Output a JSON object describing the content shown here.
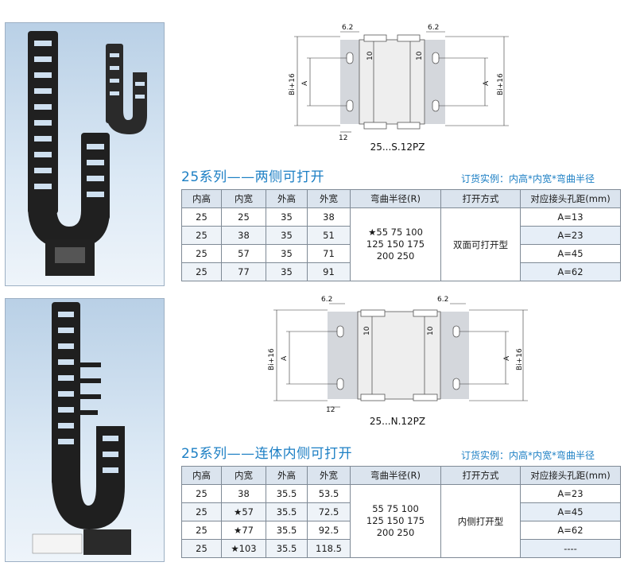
{
  "section1": {
    "title": "25系列——两侧可打开",
    "order_example": "订货实例：内高*内宽*弯曲半径",
    "drawing": {
      "caption": "25...S.12PZ",
      "dim_top_left": "6.2",
      "dim_top_right": "6.2",
      "dim_inner_left": "10",
      "dim_inner_right": "10",
      "dim_bottom": "12",
      "label_bi16_left": "Bi+16",
      "label_a_left": "A",
      "label_a_right": "A",
      "label_bi16_right": "Bi+16"
    },
    "headers": [
      "内高",
      "内宽",
      "外高",
      "外宽",
      "弯曲半径(R)",
      "打开方式",
      "对应接头孔距(mm)"
    ],
    "rows": [
      [
        "25",
        "25",
        "35",
        "38",
        "A=13"
      ],
      [
        "25",
        "38",
        "35",
        "51",
        "A=23"
      ],
      [
        "25",
        "57",
        "35",
        "71",
        "A=45"
      ],
      [
        "25",
        "77",
        "35",
        "91",
        "A=62"
      ]
    ],
    "radius_lines": [
      "★55  75  100",
      "125  150  175",
      "200  250"
    ],
    "open_mode": "双面可打开型"
  },
  "section2": {
    "title": "25系列——连体内侧可打开",
    "order_example": "订货实例：内高*内宽*弯曲半径",
    "drawing": {
      "caption": "25...N.12PZ",
      "dim_top_left": "6.2",
      "dim_top_right": "6.2",
      "dim_inner_left": "10",
      "dim_inner_right": "10",
      "dim_bottom": "12",
      "label_bi16_left": "Bi+16",
      "label_a_left": "A",
      "label_a_right": "A",
      "label_bi16_right": "Bi+16"
    },
    "headers": [
      "内高",
      "内宽",
      "外高",
      "外宽",
      "弯曲半径(R)",
      "打开方式",
      "对应接头孔距(mm)"
    ],
    "rows": [
      [
        "25",
        "38",
        "35.5",
        "53.5",
        "A=23"
      ],
      [
        "25",
        "★57",
        "35.5",
        "72.5",
        "A=45"
      ],
      [
        "25",
        "★77",
        "35.5",
        "92.5",
        "A=62"
      ],
      [
        "25",
        "★103",
        "35.5",
        "118.5",
        "----"
      ]
    ],
    "radius_lines": [
      "55  75  100",
      "125  150  175",
      "200  250"
    ],
    "open_mode": "内侧打开型"
  },
  "colors": {
    "title_blue": "#1c7fc4",
    "header_bg": "#dbe4ee",
    "photo_bg": "#cfe0f0"
  }
}
